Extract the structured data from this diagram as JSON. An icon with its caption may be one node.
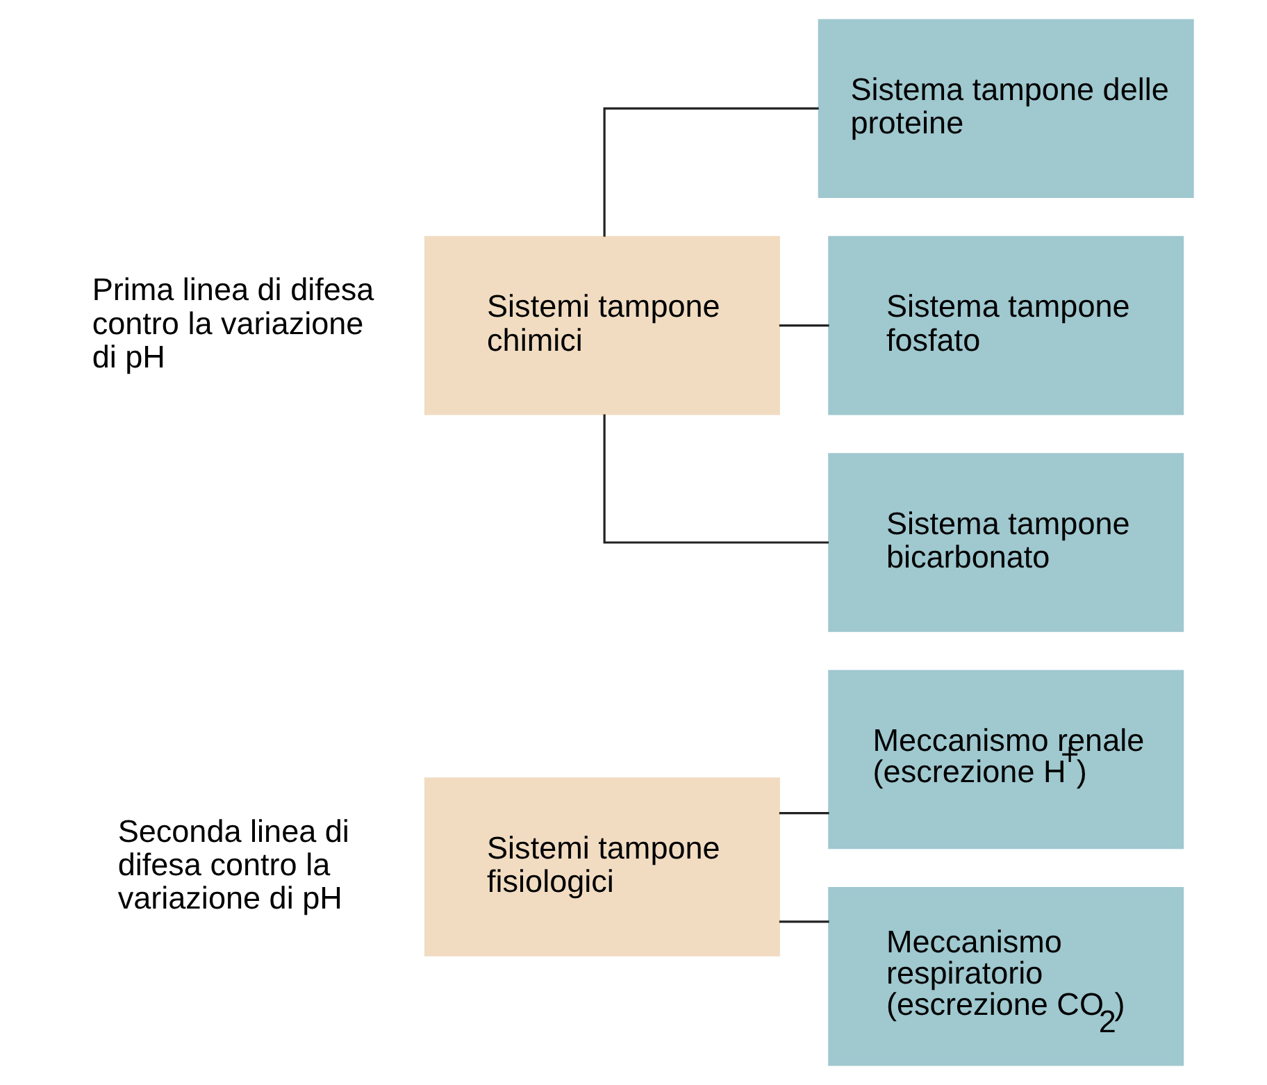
{
  "diagram": {
    "nodes": [
      {
        "text": [
          "Sistemi tampone chimici"
        ],
        "beside": [
          "Prima linea di difesa contro la variazione di pH"
        ]
      },
      {
        "text": [
          "Sistema tampone bicarbonato"
        ]
      },
      {
        "text": [
          "Sistema tampone fosfato"
        ]
      },
      {
        "text": [
          "Sistema tampone delle proteine"
        ]
      },
      {
        "text": [
          "Sistemi tampone fisiologici"
        ],
        "beside": [
          "Seconda linea di difesa contro la variazione di pH"
        ]
      },
      {
        "text": [
          "Meccanismo respiratorio (escrezione CO$_{2}$)"
        ]
      },
      {
        "text": [
          "Meccanismo renale (escrezione H$^{+}$)"
        ]
      }
    ],
    "edges": [
      {
        "from": 0,
        "to": 1,
        "arrow": "none"
      },
      {
        "from": 0,
        "to": 2,
        "arrow": "none"
      },
      {
        "from": 0,
        "to": 3,
        "arrow": "none"
      },
      {
        "from": 4,
        "to": 5,
        "arrow": "none"
      },
      {
        "from": 4,
        "to": 6,
        "arrow": "none"
      }
    ]
  }
}
